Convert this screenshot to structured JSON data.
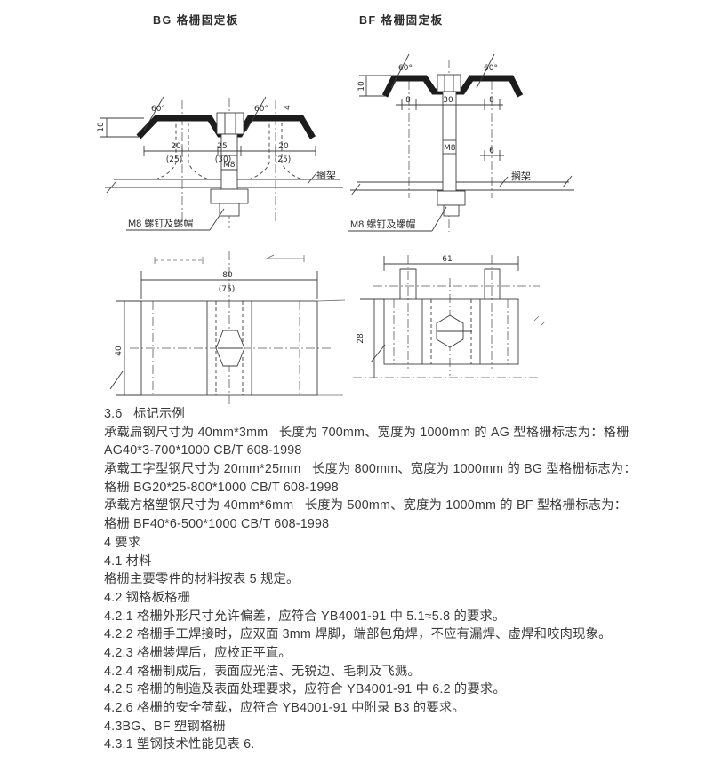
{
  "page": {
    "background": "#ffffff",
    "ink": "#1c1c1c",
    "text_color": "#3a3a3a"
  },
  "figures": {
    "bg_section": {
      "title": "BG 格栅固定板",
      "angle_left": "60°",
      "angle_right": "60°",
      "thickness": "4",
      "height": "10",
      "span_left": "20",
      "span_left_alt": "(25)",
      "span_center": "25",
      "span_center_alt": "(30)",
      "span_right": "20",
      "span_right_alt": "(25)",
      "bolt_label": "M8",
      "shelf_label": "搁架",
      "fastener_note": "M8  螺钉及螺帽"
    },
    "bf_section": {
      "title": "BF 格栅固定板",
      "angle_left": "60°",
      "angle_right": "60°",
      "height": "10",
      "offset_left": "8",
      "width_center": "30",
      "offset_right": "8",
      "gap": "6",
      "bolt_label": "M8",
      "shelf_label": "搁架",
      "fastener_note": "M8  螺钉及螺帽"
    },
    "bg_plan": {
      "width": "80",
      "width_alt": "(75)",
      "height": "40"
    },
    "bf_plan": {
      "width": "61",
      "height": "28"
    }
  },
  "body": {
    "lines": [
      "3.6   标记示例",
      "承载扁钢尺寸为 40mm*3mm   长度为 700mm、宽度为 1000mm 的 AG 型格栅标志为：格栅",
      "AG40*3-700*1000 CB/T 608-1998",
      "承载工字型钢尺寸为 20mm*25mm   长度为 800mm、宽度为 1000mm 的 BG 型格栅标志为：",
      "格栅 BG20*25-800*1000 CB/T 608-1998",
      "承载方格塑钢尺寸为 40mm*6mm   长度为 500mm、宽度为 1000mm 的 BF 型格栅标志为：",
      "格栅 BF40*6-500*1000 CB/T 608-1998",
      "4 要求",
      "4.1 材料",
      "格栅主要零件的材料按表 5 规定。",
      "4.2 钢格板格栅",
      "4.2.1 格栅外形尺寸允许偏差，应符合 YB4001-91 中 5.1≈5.8 的要求。",
      "4.2.2 格栅手工焊接时，应双面 3mm 焊脚，端部包角焊，不应有漏焊、虚焊和咬肉现象。",
      "4.2.3 格栅装焊后，应校正平直。",
      "4.2.4 格栅制成后，表面应光洁、无锐边、毛刺及飞溅。",
      "4.2.5 格栅的制造及表面处理要求，应符合 YB4001-91 中 6.2 的要求。",
      "4.2.6 格栅的安全荷载，应符合 YB4001-91 中附录 B3 的要求。",
      "4.3BG、BF 塑钢格栅",
      "4.3.1 塑钢技术性能见表 6."
    ]
  }
}
